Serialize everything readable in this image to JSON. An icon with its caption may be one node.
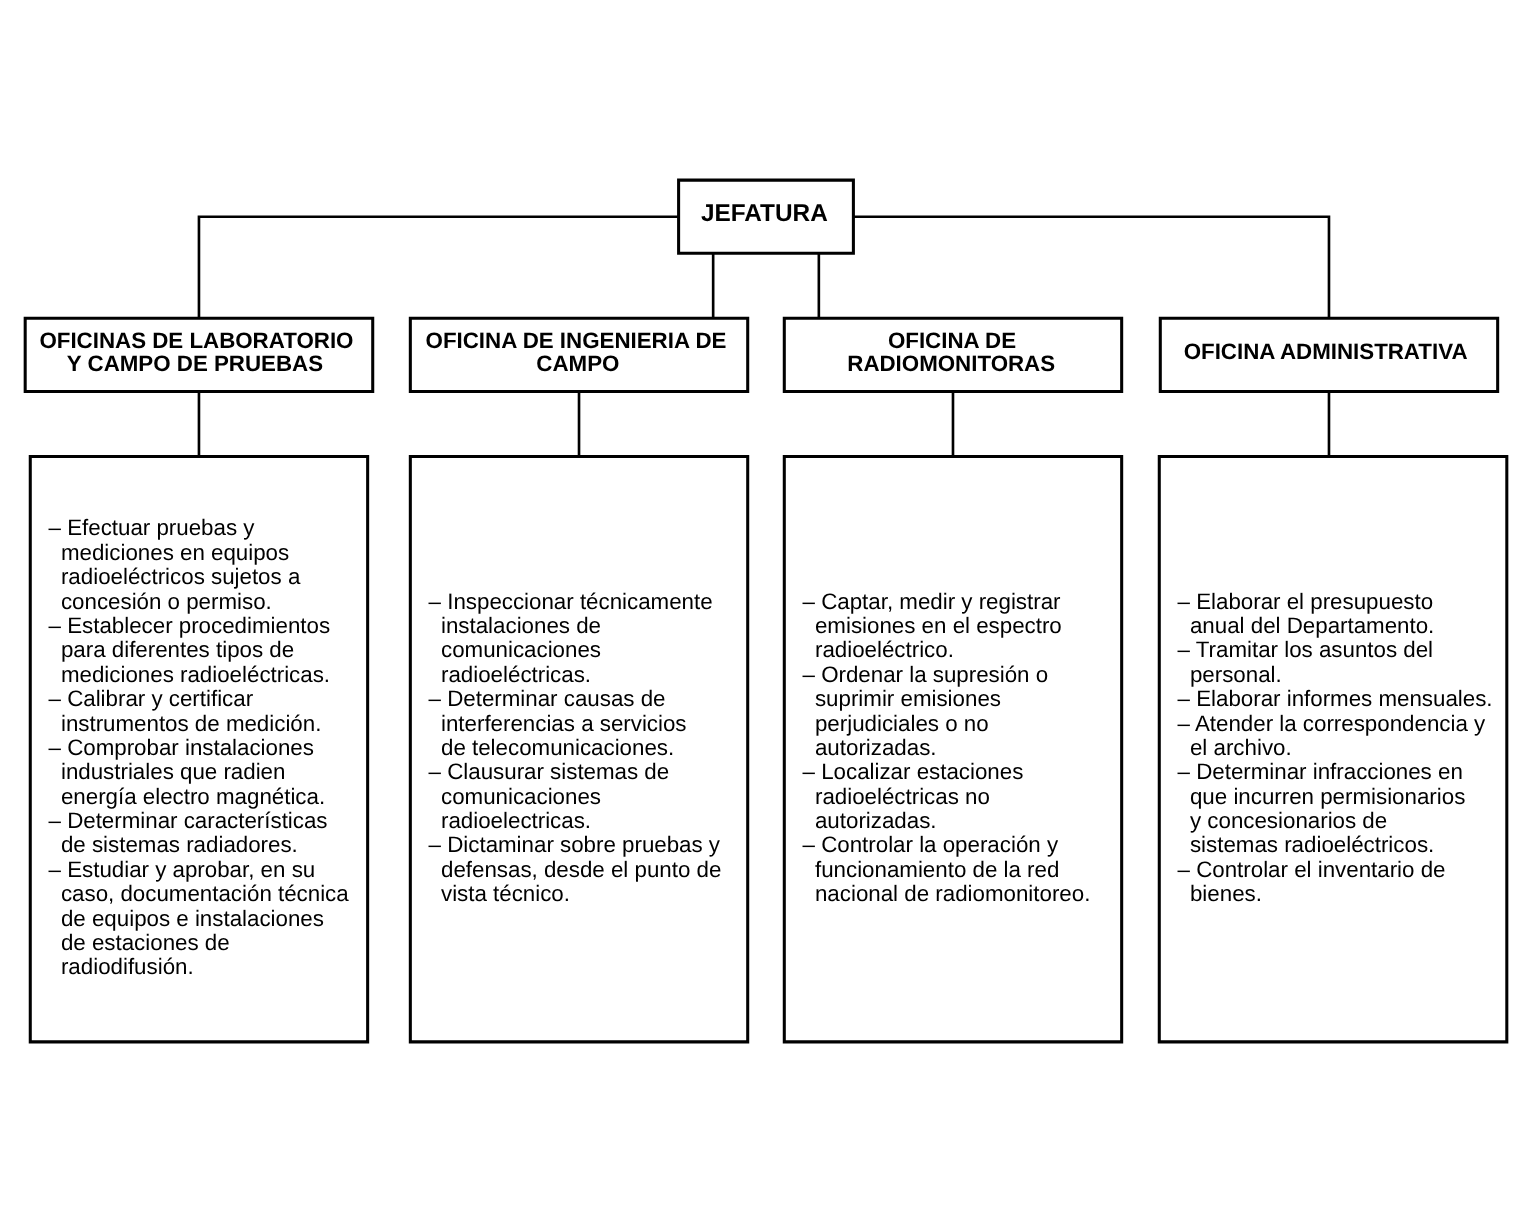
{
  "diagram": {
    "nodes": [
      {
        "text": [
          "JEFATURA"
        ]
      },
      {
        "text": [
          "OFICINAS DE LABORATORIO Y CAMPO DE PRUEBAS"
        ]
      },
      {
        "text": [
          "OFICINA DE INGENIERIA DE CAMPO"
        ]
      },
      {
        "text": [
          "OFICINA DE RADIOMONITORAS"
        ]
      },
      {
        "text": [
          "OFICINA ADMINISTRATIVA"
        ]
      },
      {
        "text": [
          "– Efectuar pruebas y mediciones en equipos radioeléctricos sujetos a concesión o permiso.",
          "– Establecer procedimientos para diferentes tipos de mediciones radioeléctricas.",
          "– Calibrar y certificar instrumentos de medición.",
          "– Comprobar instalaciones industriales que radien energía electro magnética.",
          "– Determinar características de sistemas radiadores.",
          "– Estudiar y aprobar, en su caso, documentación técnica de equipos e instalaciones de estaciones de radiodifusión."
        ]
      },
      {
        "text": [
          "– Inspeccionar técnicamente instalaciones de comunicaciones radioeléctricas.",
          "– Determinar causas de interferencias a servicios de telecomunicaciones.",
          "– Clausurar sistemas de comunicaciones radioelectricas.",
          "– Dictaminar sobre pruebas y defensas, desde el punto de vista técnico."
        ]
      },
      {
        "text": [
          "– Captar, medir y registrar emisiones en el espectro radioeléctrico.",
          "– Ordenar la supresión o suprimir emisiones perjudiciales o no autorizadas.",
          "– Localizar estaciones radioeléctricas no autorizadas.",
          "– Controlar la operación y funcionamiento de la red nacional de radiomonitoreo."
        ]
      },
      {
        "text": [
          "– Elaborar el presupuesto anual del Departamento.",
          "– Tramitar los asuntos del personal.",
          "– Elaborar informes mensuales.",
          "– Atender la correspondencia y el archivo.",
          "– Determinar infracciones en que incurren permisionarios y concesionarios de sistemas radioeléctricos.",
          "– Controlar el inventario de bienes."
        ]
      }
    ],
    "edges": [
      {
        "from": 0,
        "to": 1,
        "arrow": "none"
      },
      {
        "from": 0,
        "to": 2,
        "arrow": "none"
      },
      {
        "from": 0,
        "to": 3,
        "arrow": "none"
      },
      {
        "from": 0,
        "to": 4,
        "arrow": "none"
      },
      {
        "from": 1,
        "to": 5,
        "arrow": "none"
      },
      {
        "from": 2,
        "to": 6,
        "arrow": "none"
      },
      {
        "from": 3,
        "to": 7,
        "arrow": "none"
      },
      {
        "from": 4,
        "to": 8,
        "arrow": "none"
      }
    ]
  }
}
